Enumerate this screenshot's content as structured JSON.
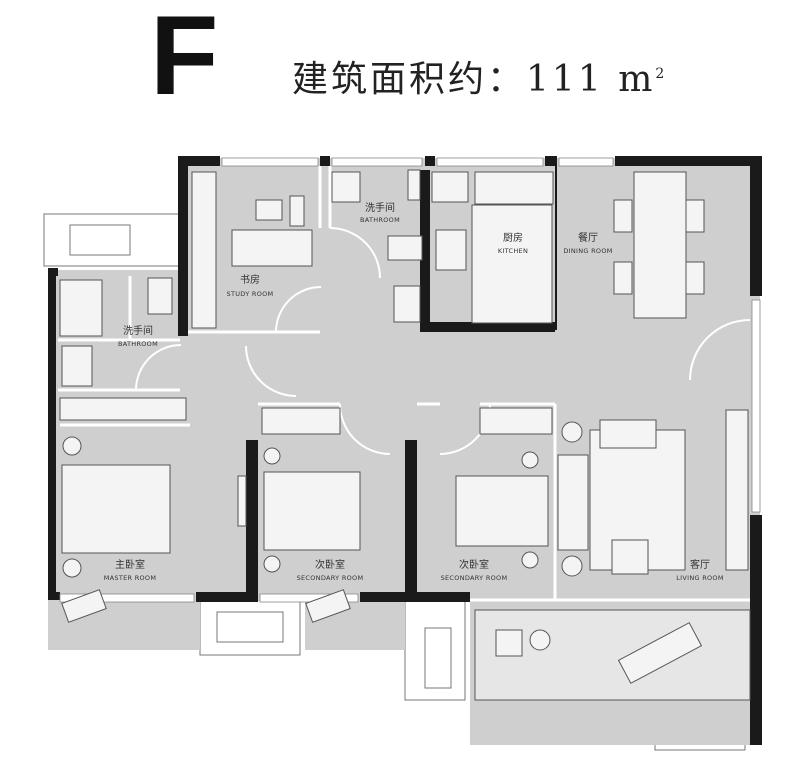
{
  "header": {
    "unit_type": "F",
    "area_label": "建筑面积约：",
    "area_value": "111",
    "area_unit": "m",
    "area_unit_sup": "2"
  },
  "rooms": {
    "study": {
      "cn": "书房",
      "en": "STUDY ROOM"
    },
    "bath_top": {
      "cn": "洗手间",
      "en": "BATHROOM"
    },
    "kitchen": {
      "cn": "厨房",
      "en": "KITCHEN"
    },
    "dining": {
      "cn": "餐厅",
      "en": "DINING ROOM"
    },
    "bath_left": {
      "cn": "洗手间",
      "en": "BATHROOM"
    },
    "master": {
      "cn": "主卧室",
      "en": "MASTER ROOM"
    },
    "second1": {
      "cn": "次卧室",
      "en": "SECONDARY ROOM"
    },
    "second2": {
      "cn": "次卧室",
      "en": "SECONDARY ROOM"
    },
    "living": {
      "cn": "客厅",
      "en": "LIVING ROOM"
    }
  },
  "colors": {
    "floor": "#cfcfcf",
    "wall": "#1a1a1a",
    "furniture": "#f4f4f4",
    "balcony": "#ffffff"
  }
}
